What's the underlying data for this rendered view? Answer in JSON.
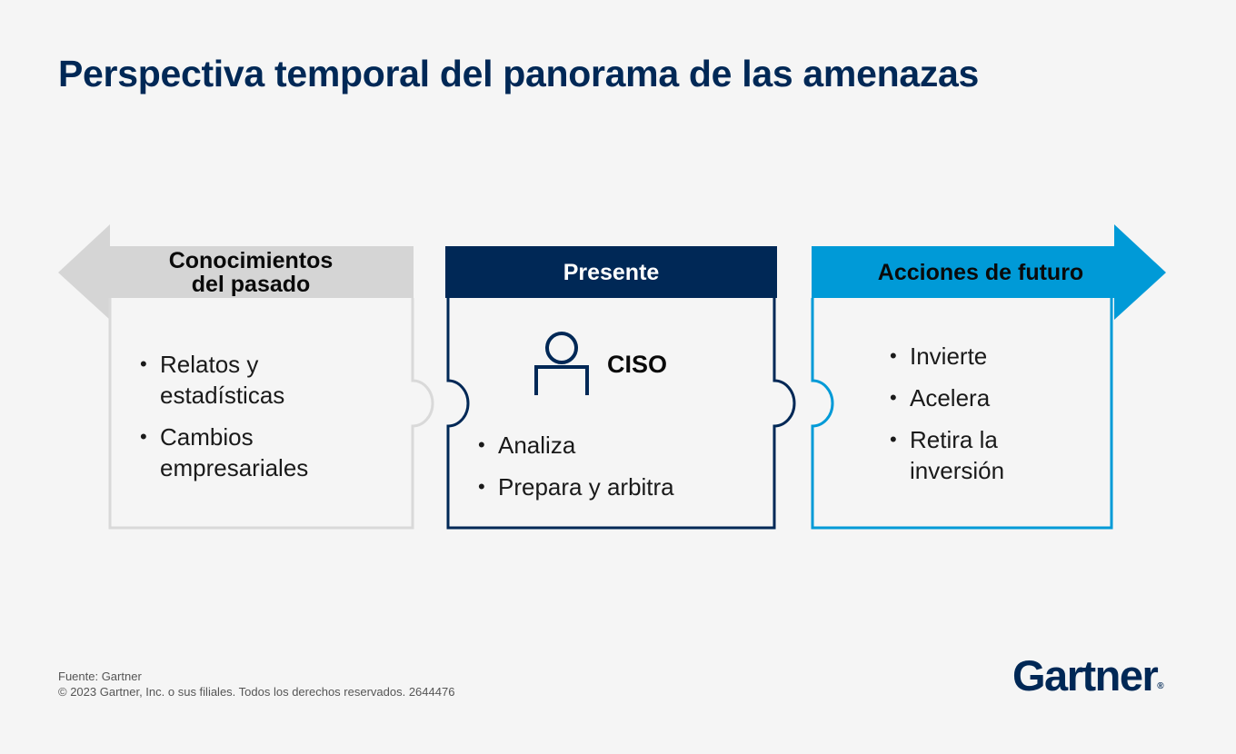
{
  "title": "Perspectiva temporal del panorama de las amenazas",
  "colors": {
    "navy": "#002856",
    "past_gray": "#d5d5d5",
    "past_border": "#d9d9d9",
    "future_blue": "#009ad7"
  },
  "panels": {
    "past": {
      "header_line1": "Conocimientos",
      "header_line2": "del pasado",
      "items": [
        "Relatos y estadísticas",
        "Cambios empresariales"
      ]
    },
    "present": {
      "header": "Presente",
      "role_icon": "person-icon",
      "role": "CISO",
      "items": [
        "Analiza",
        "Prepara y arbitra"
      ]
    },
    "future": {
      "header": "Acciones de futuro",
      "items": [
        "Invierte",
        "Acelera",
        "Retira la inversión"
      ]
    }
  },
  "footer": {
    "source": "Fuente: Gartner",
    "copyright": "© 2023 Gartner, Inc. o sus filiales. Todos los derechos reservados. 2644476"
  },
  "logo": {
    "text": "Gartner",
    "mark": "®"
  }
}
